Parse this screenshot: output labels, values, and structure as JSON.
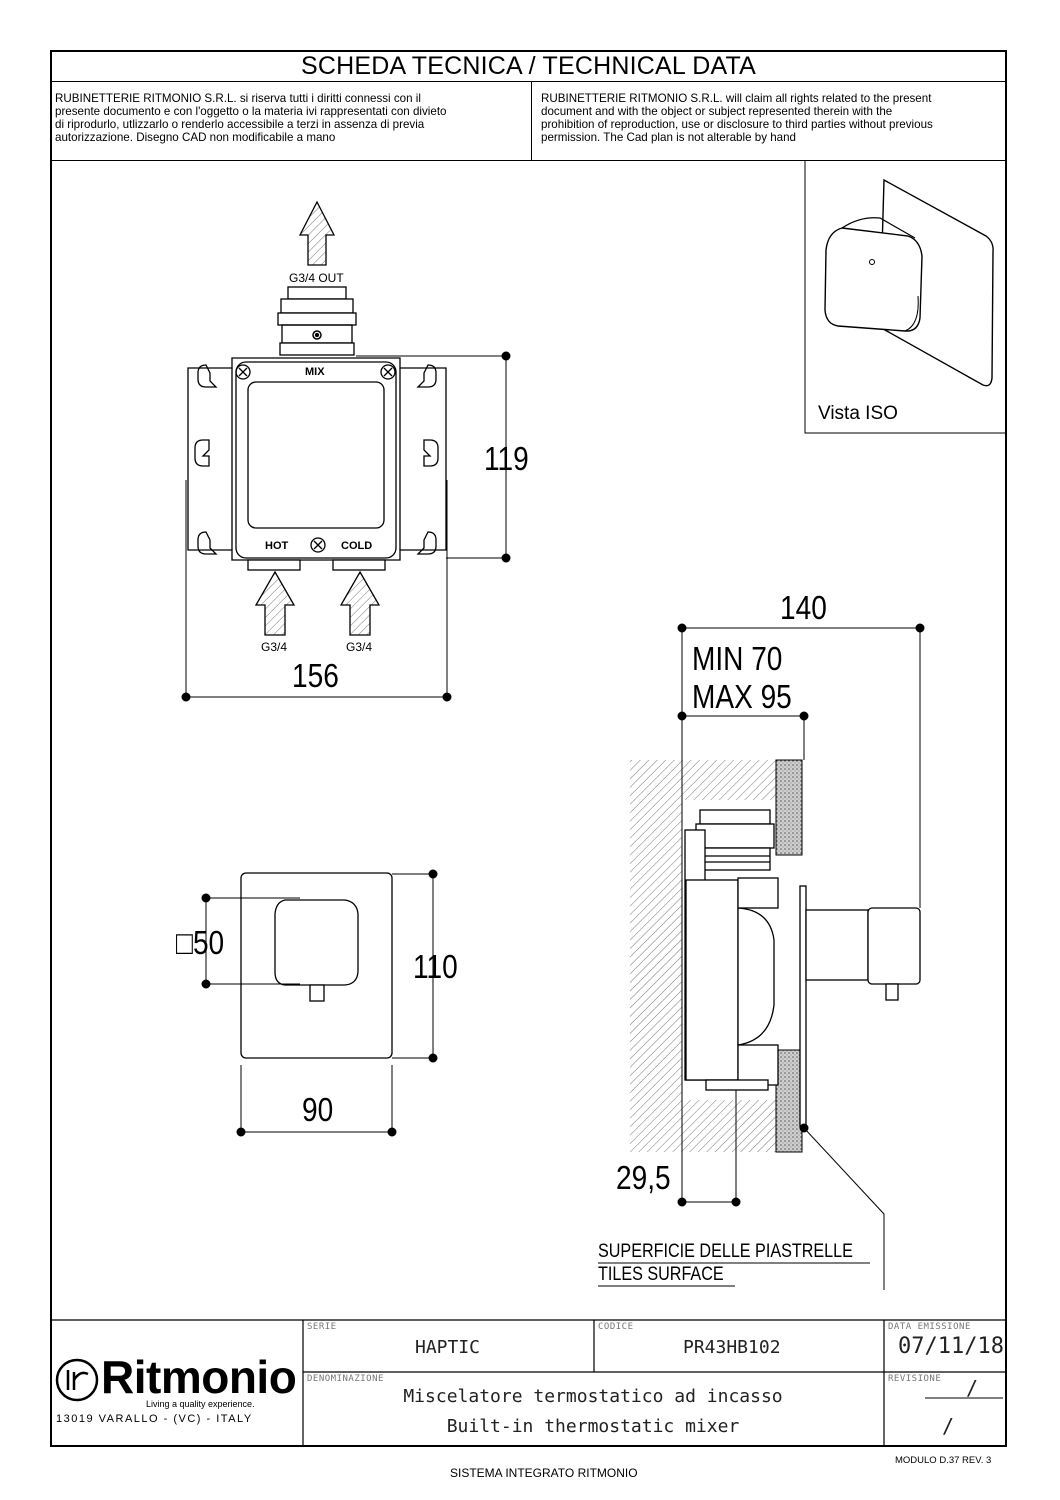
{
  "header": {
    "title": "SCHEDA TECNICA / TECHNICAL DATA",
    "legal_it": [
      "RUBINETTERIE RITMONIO S.R.L. si riserva tutti i diritti connessi con il",
      "presente documento e con l'oggetto o la materia ivi rappresentati con divieto",
      "di riprodurlo, utlizzarlo o renderlo accessibile a terzi in assenza di previa",
      "autorizzazione. Disegno CAD non modificabile a mano"
    ],
    "legal_en": [
      "RUBINETTERIE RITMONIO S.R.L. will claim all rights related to the present",
      "document and with the object or subject represented therein with the",
      "prohibition  of reproduction, use or disclosure to third parties without previous",
      "permission.  The Cad plan is not alterable by hand"
    ]
  },
  "iso_view": {
    "label": "Vista ISO"
  },
  "front_view": {
    "outlet_label": "G3/4 OUT",
    "mix_label": "MIX",
    "hot_label": "HOT",
    "cold_label": "COLD",
    "inlet_hot_label": "G3/4",
    "inlet_cold_label": "G3/4",
    "height_dim": "119",
    "width_dim": "156"
  },
  "plate_view": {
    "handle_dim": "□50",
    "height_dim": "110",
    "width_dim": "90"
  },
  "section_view": {
    "depth_dim": "140",
    "min_label": "MIN 70",
    "max_label": "MAX 95",
    "offset_dim": "29,5",
    "surface_it": "SUPERFICIE DELLE PIASTRELLE",
    "surface_en": "TILES SURFACE"
  },
  "title_block": {
    "brand": "Ritmonio",
    "tagline": "Living a quality experience.",
    "address": "13019 VARALLO - (VC) - ITALY",
    "serie_label": "SERIE",
    "serie_value": "HAPTIC",
    "codice_label": "CODICE",
    "codice_value": "PR43HB102",
    "data_label": "DATA EMISSIONE",
    "data_value": "07/11/18",
    "denominazione_label": "DENOMINAZIONE",
    "desc_it": "Miscelatore termostatico ad incasso",
    "desc_en": "Built-in thermostatic mixer",
    "revisione_label": "REVISIONE",
    "revisione_value": "/",
    "revisione_value2": "/"
  },
  "footer": {
    "modulo": "MODULO D.37 REV. 3",
    "sistema": "SISTEMA INTEGRATO RITMONIO"
  }
}
